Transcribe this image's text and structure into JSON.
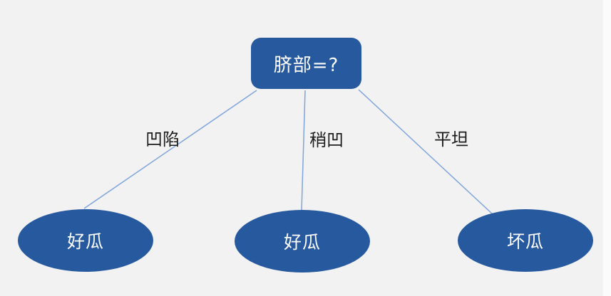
{
  "colors": {
    "node_fill": "#27599F",
    "node_text": "#FFFFFF",
    "edge_line": "#7EA5DC",
    "edge_label_text": "#1B1B1B",
    "background": "#F2F2F2"
  },
  "tree": {
    "root": {
      "label": "脐部=?"
    },
    "branches": [
      {
        "edge_label": "凹陷",
        "leaf_label": "好瓜"
      },
      {
        "edge_label": "稍凹",
        "leaf_label": "好瓜"
      },
      {
        "edge_label": "平坦",
        "leaf_label": "坏瓜"
      }
    ]
  }
}
